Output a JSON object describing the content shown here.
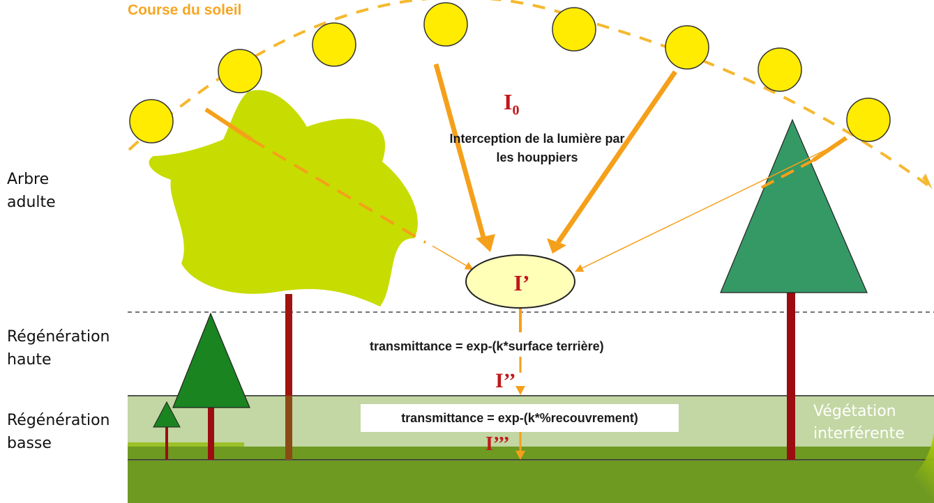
{
  "sun_path_label": "Course du soleil",
  "side_labels": {
    "adult": "Arbre\nadulte",
    "high": "Régénération\nhaute",
    "low": "Régénération\nbasse"
  },
  "captions": {
    "interception": "Interception de la lumière par\nles houppiers",
    "transmittance_high": "transmittance = exp-(k*surface terrière)",
    "transmittance_low": "transmittance = exp-(k*%recouvrement)",
    "vegetation": "Végétation\ninterférente"
  },
  "symbols": {
    "i0_base": "I",
    "i0_sub": "0",
    "i_prime": "I’",
    "i_double": "I’’",
    "i_triple": "I’’’"
  },
  "colors": {
    "sun": "#ffec00",
    "ray": "#f5a01a",
    "broadleaf": "#c7dc00",
    "conifer": "#359966",
    "young_conifer": "#1a8420",
    "trunk": "#9b0d10",
    "ground": "#6e9a22",
    "interfering_vegetation": "#c2d7a3",
    "label_red": "#c0171a",
    "sun_path_label": "#f5a623"
  }
}
